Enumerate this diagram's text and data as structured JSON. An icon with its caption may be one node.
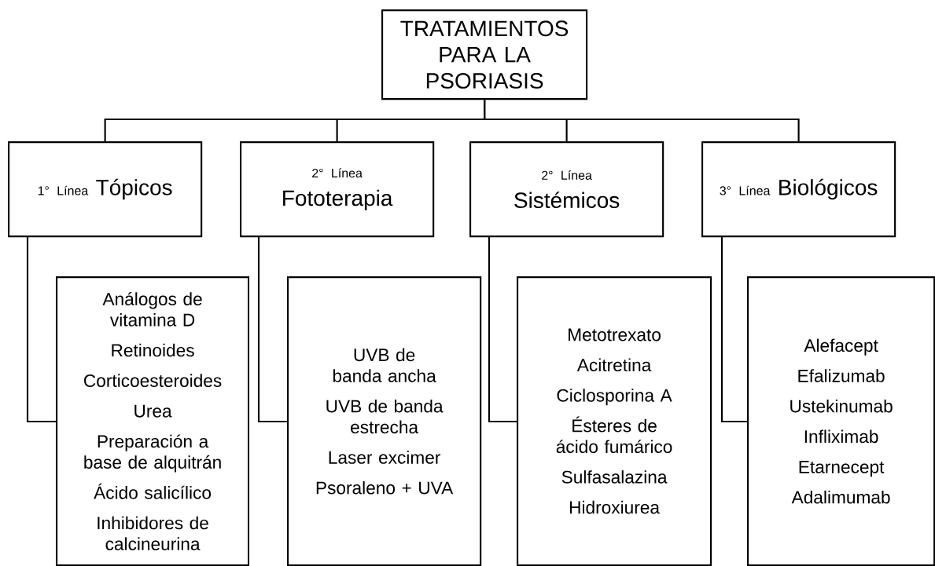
{
  "diagram": {
    "nodes": [
      {
        "text": [
          "TRATAMIENTOS PARA LA PSORIASIS"
        ]
      },
      {
        "text": [
          "1° Línea",
          "Tópicos"
        ]
      },
      {
        "text": [
          "2° Línea",
          "Fototerapia"
        ]
      },
      {
        "text": [
          "2° Línea",
          "Sistémicos"
        ]
      },
      {
        "text": [
          "3° Línea",
          "Biológicos"
        ]
      },
      {
        "text": [
          "Análogos de vitamina D",
          "Retinoides",
          "Corticoesteroides",
          "Urea",
          "Preparación a base de alquitrán",
          "Ácido salicílico",
          "Inhibidores de calcineurina"
        ]
      },
      {
        "text": [
          "UVB de banda ancha",
          "UVB de banda estrecha",
          "Laser excimer",
          "Psoraleno + UVA"
        ]
      },
      {
        "text": [
          "Metotrexato",
          "Acitretina",
          "Ciclosporina A",
          "Ésteres de ácido fumárico",
          "Sulfasalazina",
          "Hidroxiurea"
        ]
      },
      {
        "text": [
          "Alefacept",
          "Efalizumab",
          "Ustekinumab",
          "Infliximab",
          "Etarnecept",
          "Adalimumab"
        ]
      }
    ],
    "edges": [
      {
        "from": 0,
        "to": 1,
        "arrow": "none"
      },
      {
        "from": 0,
        "to": 2,
        "arrow": "none"
      },
      {
        "from": 0,
        "to": 3,
        "arrow": "none"
      },
      {
        "from": 0,
        "to": 4,
        "arrow": "none"
      },
      {
        "from": 1,
        "to": 5,
        "arrow": "none"
      },
      {
        "from": 2,
        "to": 6,
        "arrow": "none"
      },
      {
        "from": 3,
        "to": 7,
        "arrow": "none"
      },
      {
        "from": 4,
        "to": 8,
        "arrow": "none"
      }
    ]
  }
}
